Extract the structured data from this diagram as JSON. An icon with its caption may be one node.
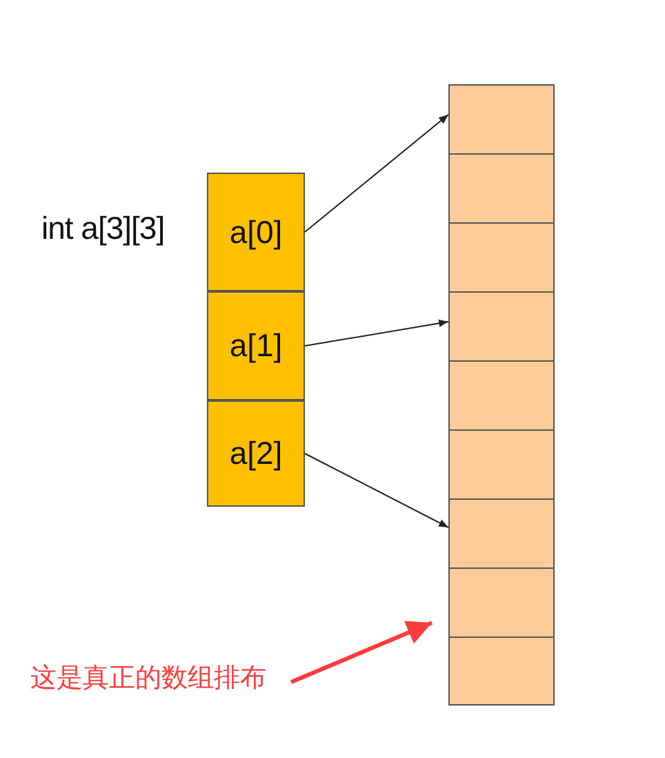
{
  "diagram": {
    "nodes": [
      {
        "text": [
          "a[0]"
        ]
      },
      {
        "text": [
          "a[1]"
        ]
      },
      {
        "text": [
          "a[2]"
        ]
      },
      {
        "text": [],
        "shape": "box"
      },
      {
        "text": [],
        "shape": "box",
        "in": 3
      },
      {
        "text": [],
        "shape": "box",
        "in": 3
      },
      {
        "text": [],
        "shape": "box",
        "in": 3
      },
      {
        "text": [],
        "shape": "box",
        "in": 3
      },
      {
        "text": [],
        "shape": "box",
        "in": 3
      },
      {
        "text": [],
        "shape": "box",
        "in": 3
      },
      {
        "text": [],
        "shape": "box",
        "in": 3
      },
      {
        "text": [],
        "shape": "box",
        "in": 3
      },
      {
        "text": [],
        "shape": "box",
        "in": 3
      },
      {
        "text": [
          "这是真正的数组排布"
        ]
      }
    ],
    "edges": [
      {
        "from": 0,
        "to": 4,
        "arrow": "to"
      },
      {
        "from": 1,
        "to": 7,
        "arrow": "to"
      },
      {
        "from": 2,
        "to": 10,
        "arrow": "to"
      },
      {
        "from": 13,
        "to": 3,
        "arrow": "to",
        "style": "thick",
        "color": "#ff3b3b"
      }
    ],
    "labels": [
      "int a[3][3]"
    ]
  }
}
